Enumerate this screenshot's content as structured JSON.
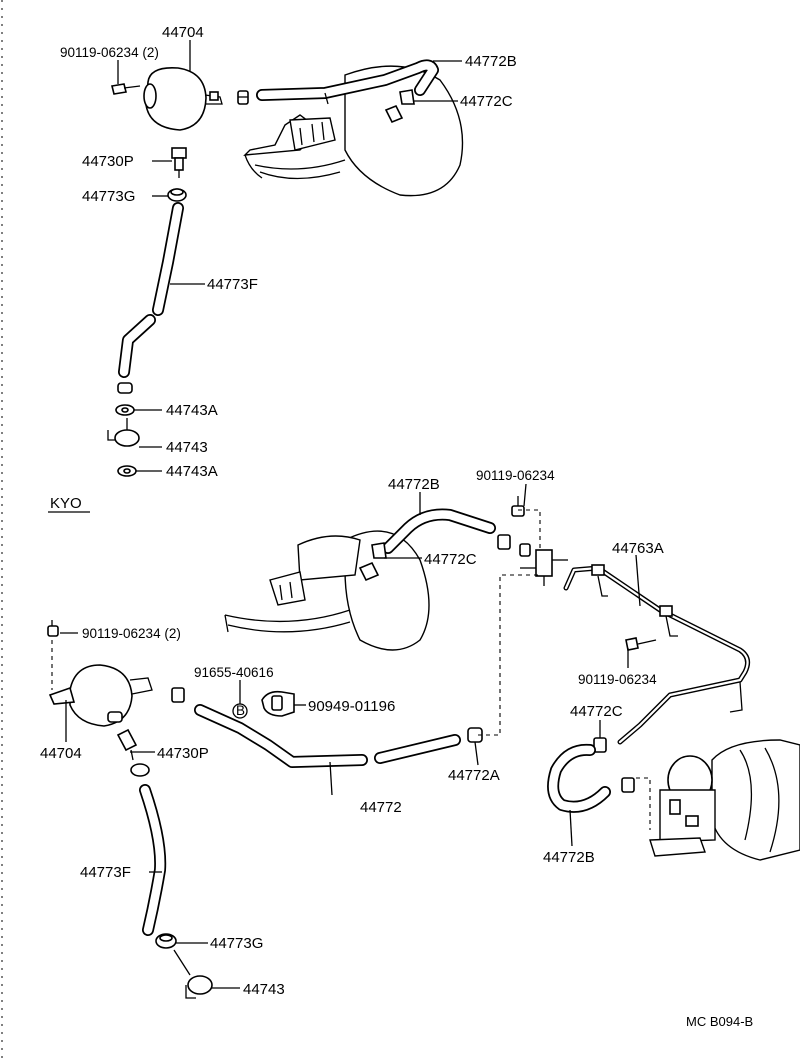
{
  "labels": {
    "l_44704_top": "44704",
    "l_90119_top": "90119-06234 (2)",
    "l_44772B_top": "44772B",
    "l_44772C_top": "44772C",
    "l_44730P_top": "44730P",
    "l_44773G_top": "44773G",
    "l_44773F_top": "44773F",
    "l_44743A_1": "44743A",
    "l_44743_top": "44743",
    "l_44743A_2": "44743A",
    "l_kyo": "KYO",
    "l_44772B_mid": "44772B",
    "l_90119_mid": "90119-06234",
    "l_44772C_mid": "44772C",
    "l_44763A": "44763A",
    "l_90119_left": "90119-06234 (2)",
    "l_91655": "91655-40616",
    "l_circle_B": "B",
    "l_90949": "90949-01196",
    "l_90119_right": "90119-06234",
    "l_44772C_right": "44772C",
    "l_44704_bot": "44704",
    "l_44730P_bot": "44730P",
    "l_44772": "44772",
    "l_44772A": "44772A",
    "l_44772B_bot": "44772B",
    "l_44773F_bot": "44773F",
    "l_44773G_bot": "44773G",
    "l_44743_bot": "44743",
    "l_code": "MC B094-B"
  }
}
